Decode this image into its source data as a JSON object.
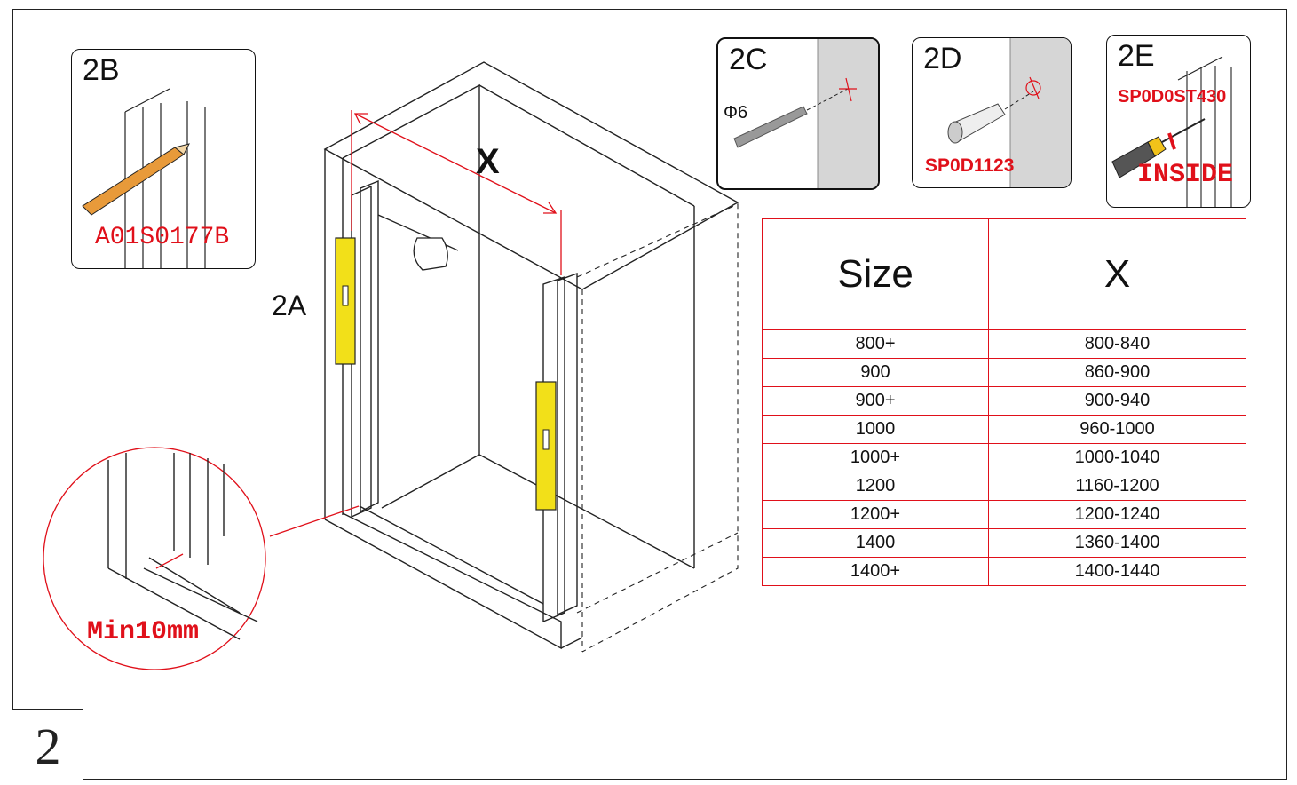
{
  "step_number": "2",
  "main_label": "2A",
  "dimension_label": "X",
  "insets": {
    "b": {
      "label": "2B",
      "code": "A01S0177B"
    },
    "c": {
      "label": "2C",
      "drill_size": "Φ6"
    },
    "d": {
      "label": "2D",
      "code": "SP0D1123"
    },
    "e": {
      "label": "2E",
      "code": "SP0D0ST430",
      "note": "INSIDE"
    }
  },
  "detail": {
    "note": "Min10mm"
  },
  "table": {
    "headers": [
      "Size",
      "X"
    ],
    "rows": [
      [
        "800+",
        "800-840"
      ],
      [
        "900",
        "860-900"
      ],
      [
        "900+",
        "900-940"
      ],
      [
        "1000",
        "960-1000"
      ],
      [
        "1000+",
        "1000-1040"
      ],
      [
        "1200",
        "1160-1200"
      ],
      [
        "1200+",
        "1200-1240"
      ],
      [
        "1400",
        "1360-1400"
      ],
      [
        "1400+",
        "1400-1440"
      ]
    ]
  },
  "colors": {
    "accent": "#e0101a",
    "profile": "#f2e019",
    "line": "#222222"
  }
}
